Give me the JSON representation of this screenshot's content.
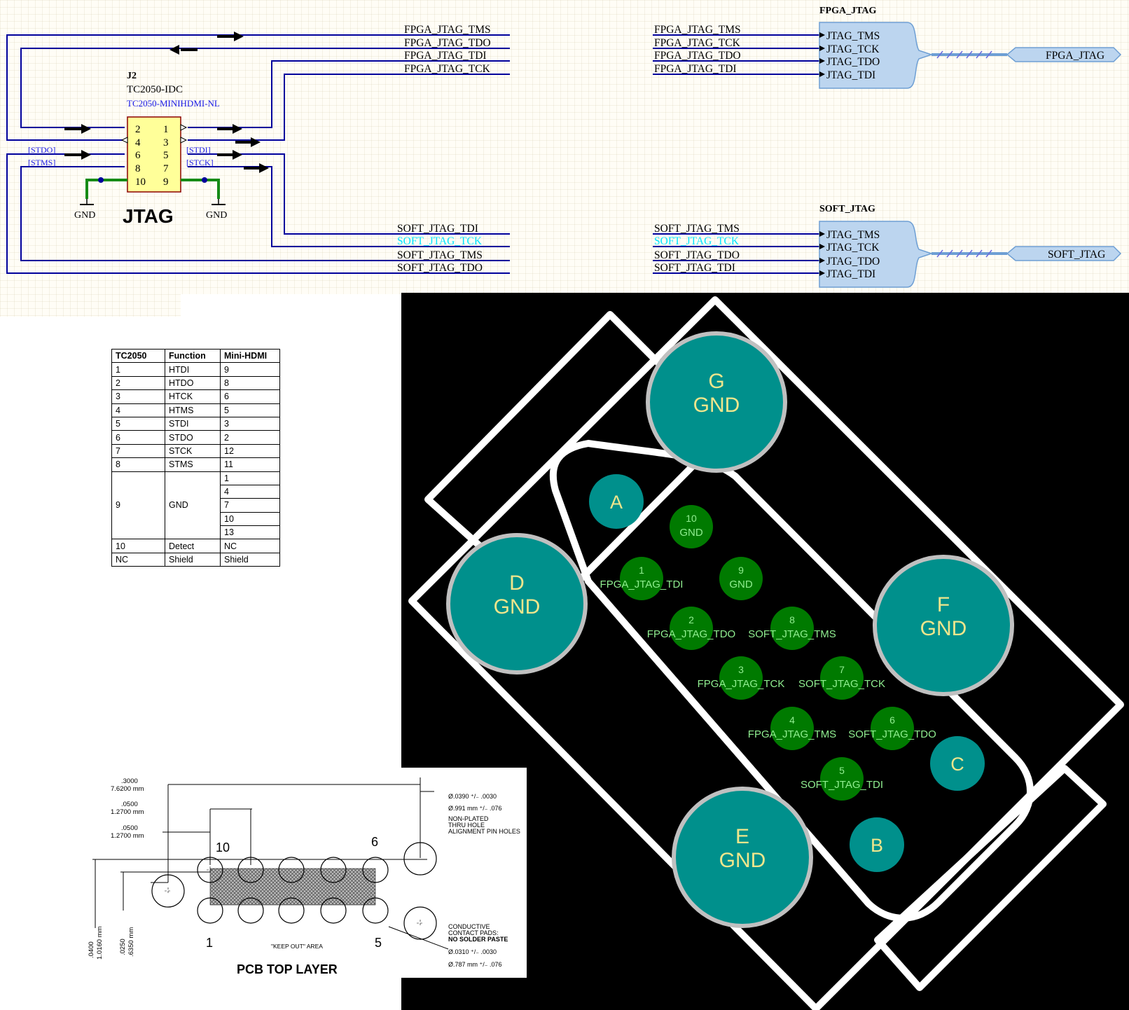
{
  "schematic": {
    "designator": "J2",
    "part_name": "TC2050-IDC",
    "part_value": "TC2050-MINIHDMI-NL",
    "title": "JTAG",
    "gnd_label": "GND",
    "pins": {
      "p1": "1",
      "p2": "2",
      "p3": "3",
      "p4": "4",
      "p5": "5",
      "p6": "6",
      "p7": "7",
      "p8": "8",
      "p9": "9",
      "p10": "10"
    },
    "pin_net_labels": {
      "stdo": "[STDO]",
      "stms": "[STMS]",
      "stdi": "[STDI]",
      "stck": "[STCK]"
    },
    "left_nets": {
      "fpga": [
        "FPGA_JTAG_TMS",
        "FPGA_JTAG_TDO",
        "FPGA_JTAG_TDI",
        "FPGA_JTAG_TCK"
      ],
      "soft": [
        "SOFT_JTAG_TDI",
        "SOFT_JTAG_TCK",
        "SOFT_JTAG_TMS",
        "SOFT_JTAG_TDO"
      ]
    },
    "harness_fpga": {
      "title": "FPGA_JTAG",
      "nets": [
        "FPGA_JTAG_TMS",
        "FPGA_JTAG_TCK",
        "FPGA_JTAG_TDO",
        "FPGA_JTAG_TDI"
      ],
      "entries": [
        "JTAG_TMS",
        "JTAG_TCK",
        "JTAG_TDO",
        "JTAG_TDI"
      ],
      "port": "FPGA_JTAG"
    },
    "harness_soft": {
      "title": "SOFT_JTAG",
      "nets": [
        "SOFT_JTAG_TMS",
        "SOFT_JTAG_TCK",
        "SOFT_JTAG_TDO",
        "SOFT_JTAG_TDI"
      ],
      "entries": [
        "JTAG_TMS",
        "JTAG_TCK",
        "JTAG_TDO",
        "JTAG_TDI"
      ],
      "port": "SOFT_JTAG"
    },
    "colors": {
      "wire": "#00009c",
      "highlight_net": "#00e5ff",
      "component_fill": "#ffff99",
      "harness_fill": "#bcd5ef",
      "gnd_wire": "#168b16"
    }
  },
  "pinout_table": {
    "headers": [
      "TC2050",
      "Function",
      "Mini-HDMI"
    ],
    "rows": [
      {
        "tc": "1",
        "fn": "HTDI",
        "hdmi": "9"
      },
      {
        "tc": "2",
        "fn": "HTDO",
        "hdmi": "8"
      },
      {
        "tc": "3",
        "fn": "HTCK",
        "hdmi": "6"
      },
      {
        "tc": "4",
        "fn": "HTMS",
        "hdmi": "5"
      },
      {
        "tc": "5",
        "fn": "STDI",
        "hdmi": "3"
      },
      {
        "tc": "6",
        "fn": "STDO",
        "hdmi": "2"
      },
      {
        "tc": "7",
        "fn": "STCK",
        "hdmi": "12"
      },
      {
        "tc": "8",
        "fn": "STMS",
        "hdmi": "11"
      }
    ],
    "gnd_row": {
      "tc": "9",
      "fn": "GND",
      "hdmi": [
        "1",
        "4",
        "7",
        "10",
        "13"
      ]
    },
    "tail_rows": [
      {
        "tc": "10",
        "fn": "Detect",
        "hdmi": "NC"
      },
      {
        "tc": "NC",
        "fn": "Shield",
        "hdmi": "Shield"
      }
    ]
  },
  "pcb": {
    "big_pads": [
      {
        "letter": "G",
        "net": "GND"
      },
      {
        "letter": "D",
        "net": "GND"
      },
      {
        "letter": "F",
        "net": "GND"
      },
      {
        "letter": "E",
        "net": "GND"
      }
    ],
    "small_pads": [
      "A",
      "B",
      "C"
    ],
    "contacts": [
      {
        "num": "10",
        "net": "GND"
      },
      {
        "num": "9",
        "net": "GND"
      },
      {
        "num": "1",
        "net": "FPGA_JTAG_TDI"
      },
      {
        "num": "2",
        "net": "FPGA_JTAG_TDO"
      },
      {
        "num": "8",
        "net": "SOFT_JTAG_TMS"
      },
      {
        "num": "3",
        "net": "FPGA_JTAG_TCK"
      },
      {
        "num": "7",
        "net": "SOFT_JTAG_TCK"
      },
      {
        "num": "4",
        "net": "FPGA_JTAG_TMS"
      },
      {
        "num": "6",
        "net": "SOFT_JTAG_TDO"
      },
      {
        "num": "5",
        "net": "SOFT_JTAG_TDI"
      }
    ],
    "colors": {
      "background": "#000000",
      "outline": "#ffffff",
      "pad_fill": "#00908c",
      "pad_ring": "#c0c0c0",
      "pad_text": "#f0e68c",
      "contact_fill": "#007a00",
      "contact_text": "#90ee90"
    }
  },
  "footprint_drawing": {
    "title": "PCB TOP LAYER",
    "dims": [
      {
        "in": ".3000",
        "mm": "7.6200 mm"
      },
      {
        "in": ".0500",
        "mm": "1.2700 mm"
      },
      {
        "in": ".0500",
        "mm": "1.2700 mm"
      }
    ],
    "vertical_dims": [
      {
        "in": ".0400",
        "mm": "1.0160 mm"
      },
      {
        "in": ".0250",
        "mm": ".6350 mm"
      }
    ],
    "pin_labels": {
      "p10": "10",
      "p6": "6",
      "p1": "1",
      "p5": "5"
    },
    "keepout": "\"KEEP OUT\" AREA",
    "hole_note": {
      "dia_in": "Ø.0390 ⁺/₋ .0030",
      "dia_mm": "Ø.991 mm ⁺/₋ .076",
      "lines": [
        "NON-PLATED",
        "THRU HOLE",
        "ALIGNMENT PIN HOLES"
      ]
    },
    "pad_note": {
      "lines": [
        "CONDUCTIVE",
        "CONTACT PADS:"
      ],
      "bold": "NO SOLDER PASTE",
      "dia_in": "Ø.0310 ⁺/₋ .0030",
      "dia_mm": "Ø.787 mm ⁺/₋ .076"
    }
  }
}
